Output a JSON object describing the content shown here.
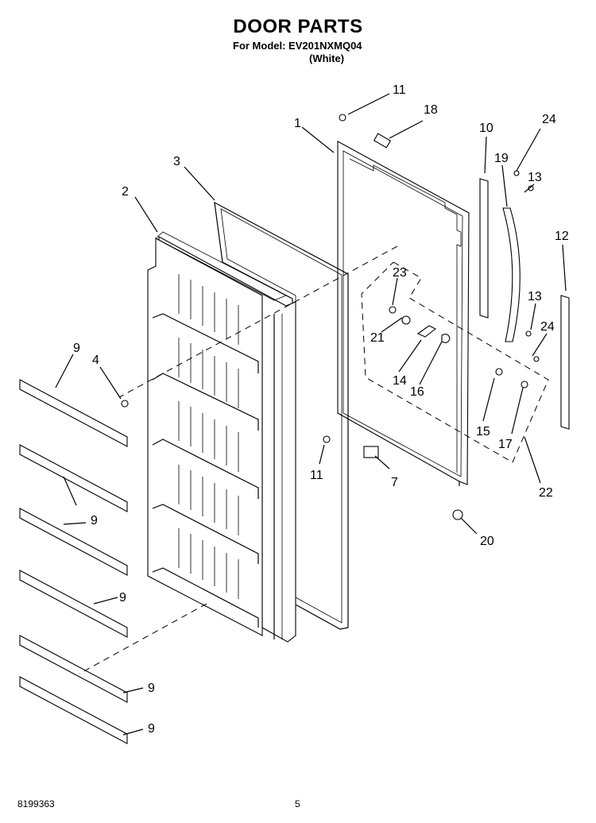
{
  "header": {
    "title": "DOOR PARTS",
    "model_line": "For Model: EV201NXMQ04",
    "color_line": "(White)"
  },
  "footer": {
    "doc_number": "8199363",
    "page_number": "5"
  },
  "callouts": {
    "c1": "1",
    "c2": "2",
    "c3": "3",
    "c4": "4",
    "c7": "7",
    "c9a": "9",
    "c9b": "9",
    "c9c": "9",
    "c9d": "9",
    "c9e": "9",
    "c10": "10",
    "c11a": "11",
    "c11b": "11",
    "c12": "12",
    "c13a": "13",
    "c13b": "13",
    "c14": "14",
    "c15": "15",
    "c16": "16",
    "c17": "17",
    "c18": "18",
    "c19": "19",
    "c20": "20",
    "c21": "21",
    "c22": "22",
    "c23": "23",
    "c24a": "24",
    "c24b": "24"
  }
}
